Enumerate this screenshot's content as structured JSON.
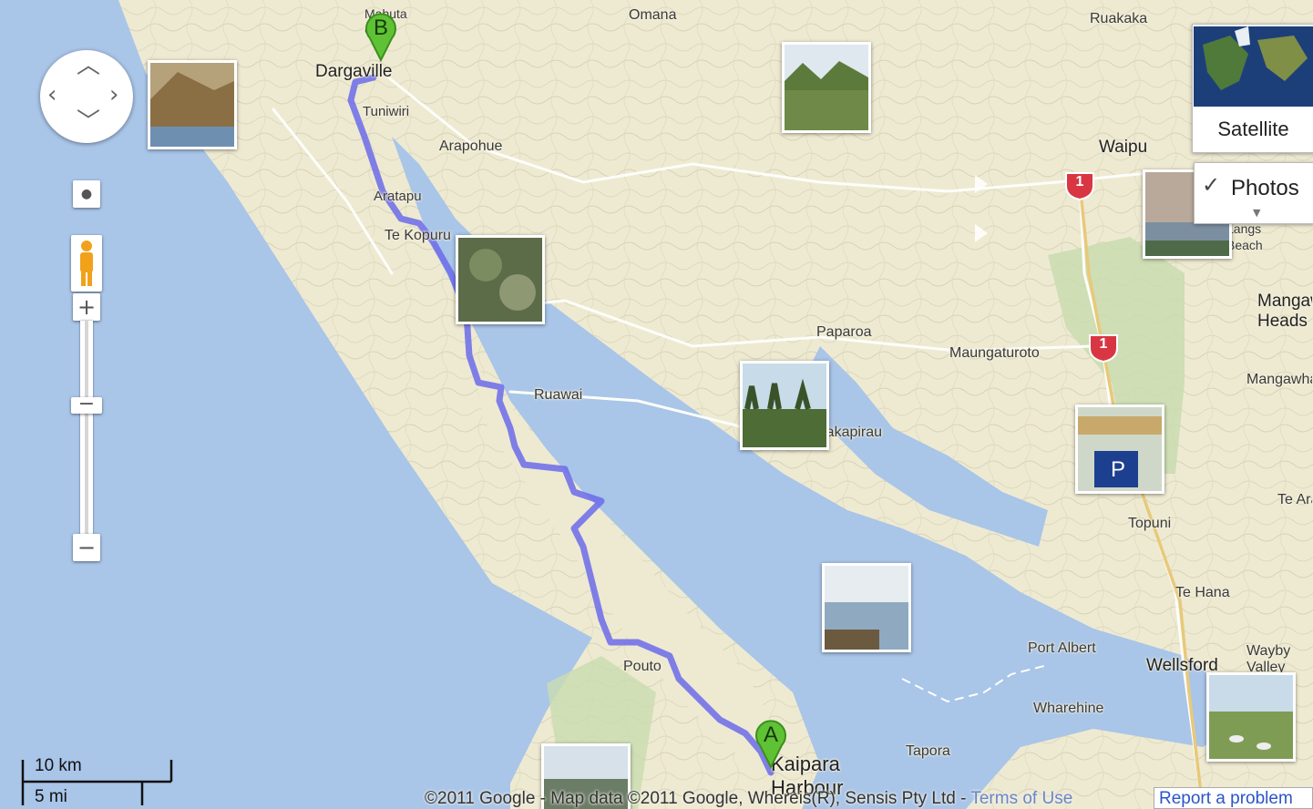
{
  "places": [
    {
      "name": "Dargaville",
      "big": true
    },
    {
      "name": "Tuniwiri"
    },
    {
      "name": "Arapohue"
    },
    {
      "name": "Aratapu"
    },
    {
      "name": "Te Kopuru"
    },
    {
      "name": "Ruawai"
    },
    {
      "name": "Pouto"
    },
    {
      "name": "Paparoa"
    },
    {
      "name": "Maungaturoto"
    },
    {
      "name": "Kakapirau"
    },
    {
      "name": "Topuni"
    },
    {
      "name": "Te Hana"
    },
    {
      "name": "Port Albert"
    },
    {
      "name": "Wellsford",
      "big": true
    },
    {
      "name": "Wharehine"
    },
    {
      "name": "Tapora"
    },
    {
      "name": "Omana"
    },
    {
      "name": "Ruakaka"
    },
    {
      "name": "Waipu",
      "big": true
    },
    {
      "name": "Mangawhai Heads"
    },
    {
      "name": "Mangawhai"
    },
    {
      "name": "Te Arai"
    },
    {
      "name": "Wayby Valley"
    },
    {
      "name": "Kaipara Harbour",
      "big": true
    },
    {
      "name": "Mahuta Gap"
    },
    {
      "name": "Langs Beach"
    }
  ],
  "markers": {
    "start": "A",
    "end": "B"
  },
  "highway_shields": [
    "1",
    "1"
  ],
  "map_type": {
    "satellite_label": "Satellite",
    "photos_label": "Photos",
    "photos_checked": true
  },
  "scale": {
    "metric": "10 km",
    "imperial": "5 mi"
  },
  "copyright": "©2011 Google - Map data ©2011 Google, Whereis(R), Sensis Pty Ltd - ",
  "terms_label": "Terms of Use",
  "report_label": "Report a problem",
  "colors": {
    "route": "#6b6bea",
    "land": "#eeead2",
    "water": "#a9c5e8",
    "marker": "#5fc234",
    "shield": "#d93644"
  },
  "icons": {
    "pan": "pan-control-icon",
    "pegman": "pegman-icon",
    "zoom_in": "plus-icon",
    "zoom_out": "minus-icon",
    "check": "check-icon"
  }
}
